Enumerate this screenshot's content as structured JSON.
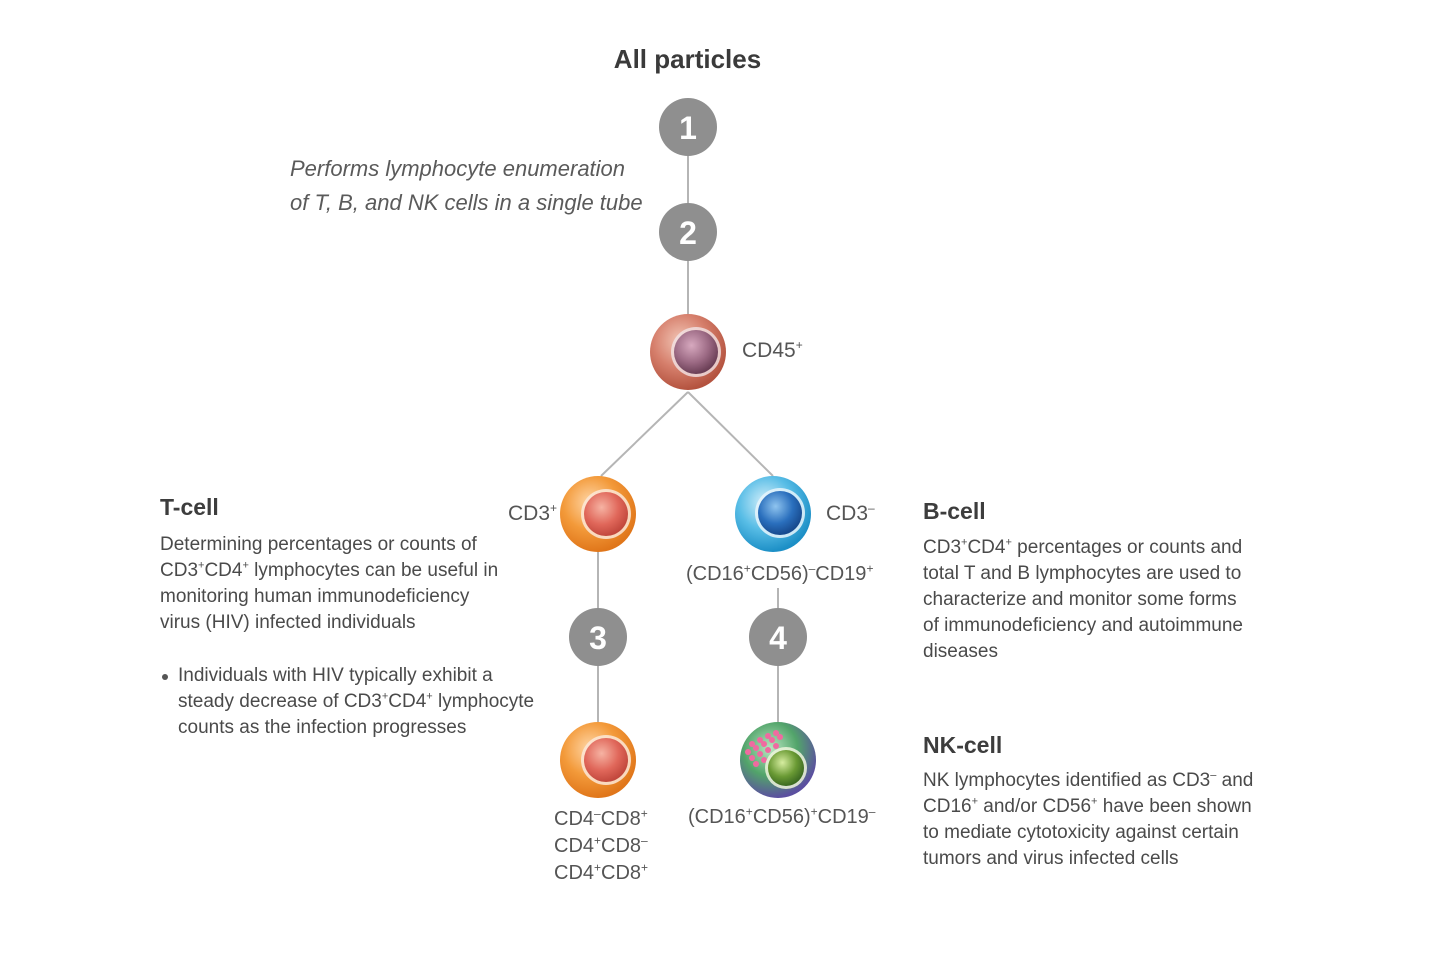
{
  "title": "All particles",
  "note": {
    "line1": "Performs lymphocyte enumeration",
    "line2": "of T, B, and NK cells in a single tube"
  },
  "steps": [
    "1",
    "2",
    "3",
    "4"
  ],
  "markers": {
    "cd45": {
      "base": "CD45",
      "sup": "+"
    },
    "cd3_pos": {
      "base": "CD3",
      "sup": "+"
    },
    "cd3_neg": {
      "base": "CD3",
      "sup": "–"
    },
    "bcell_pheno": [
      "(CD16",
      "+",
      "CD56)",
      "–",
      "CD19",
      "+"
    ],
    "nk_pheno": [
      "(CD16",
      "+",
      "CD56)",
      "+",
      "CD19",
      "–"
    ],
    "t_subsets": [
      [
        "CD4",
        "–",
        "CD8",
        "+"
      ],
      [
        "CD4",
        "+",
        "CD8",
        "–"
      ],
      [
        "CD4",
        "+",
        "CD8",
        "+"
      ]
    ]
  },
  "tcell": {
    "heading": "T-cell",
    "text": [
      "Determining percentages or counts of",
      "CD3",
      "+",
      "CD4",
      "+",
      " lymphocytes can be useful in",
      "monitoring human immunodeficiency",
      "virus (HIV) infected individuals"
    ],
    "bullet": [
      "Individuals with HIV typically exhibit a",
      "steady decrease of CD3",
      "+",
      "CD4",
      "+",
      " lymphocyte",
      "counts as the infection progresses"
    ]
  },
  "bcell": {
    "heading": "B-cell",
    "text": [
      "CD3",
      "+",
      "CD4",
      "+",
      " percentages or counts and",
      "total T and B lymphocytes are used to",
      "characterize and monitor some forms",
      "of immunodeficiency and autoimmune",
      "diseases"
    ]
  },
  "nkcell": {
    "heading": "NK-cell",
    "text": [
      "NK lymphocytes identified as CD3",
      "–",
      " and",
      "CD16",
      "+",
      " and/or CD56",
      "+",
      " have been shown",
      "to mediate cytotoxicity against certain",
      "tumors and virus infected cells"
    ]
  },
  "colors": {
    "step_circle": "#8f8f8f",
    "connector": "#b5b5b5",
    "cd45_outer": "#c96a5a",
    "tcell_outer": "#ef8c2a",
    "bcell_outer": "#3aa8d8",
    "nk_outer": "#6f62a8"
  }
}
